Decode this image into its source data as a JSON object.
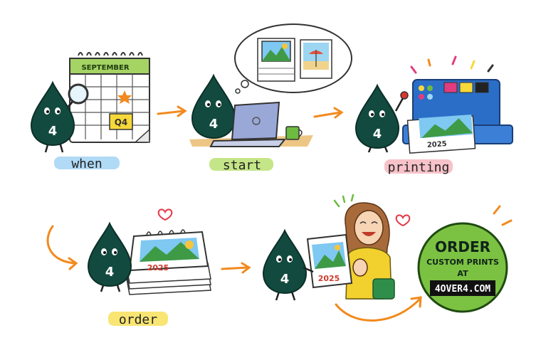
{
  "steps": [
    {
      "label": "when",
      "highlight": "#8ecbf2"
    },
    {
      "label": "start",
      "highlight": "#b6e06a"
    },
    {
      "label": "printing",
      "highlight": "#f6b7bf"
    },
    {
      "label": "order",
      "highlight": "#f7e05a"
    }
  ],
  "mascot": {
    "number": "4",
    "color": "#124a3f"
  },
  "calendar": {
    "month": "SEPTEMBER",
    "quarter": "Q4"
  },
  "year": "2025",
  "cta": {
    "line1": "ORDER",
    "line2": "CUSTOM PRINTS",
    "line3": "AT",
    "site": "4OVER4.COM",
    "color": "#7cc242"
  },
  "accent": "#f28a1e"
}
